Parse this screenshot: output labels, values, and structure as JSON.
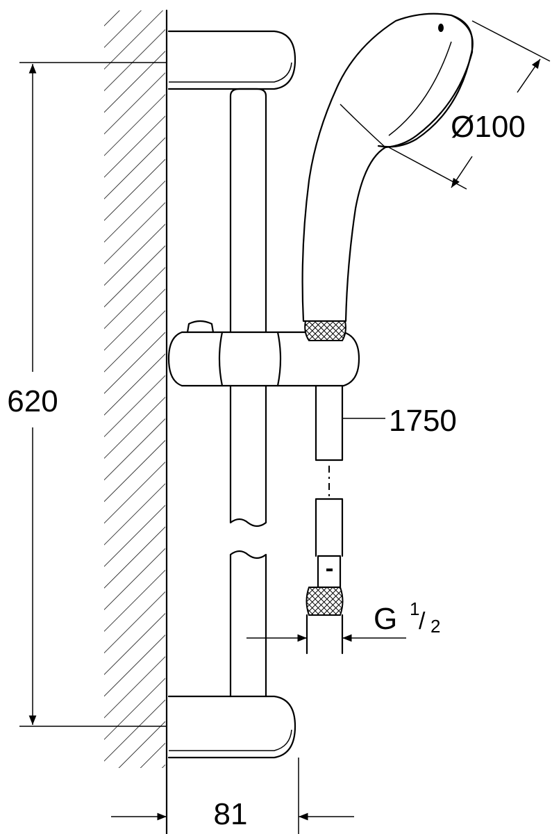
{
  "drawing": {
    "dimensions": {
      "height": "620",
      "head_diameter": "Ø100",
      "hose_length": "1750",
      "thread_letter": "G",
      "thread_fraction_num": "1",
      "thread_fraction_den": "2",
      "wall_distance": "81"
    },
    "colors": {
      "line": "#000000",
      "background": "#ffffff"
    }
  }
}
